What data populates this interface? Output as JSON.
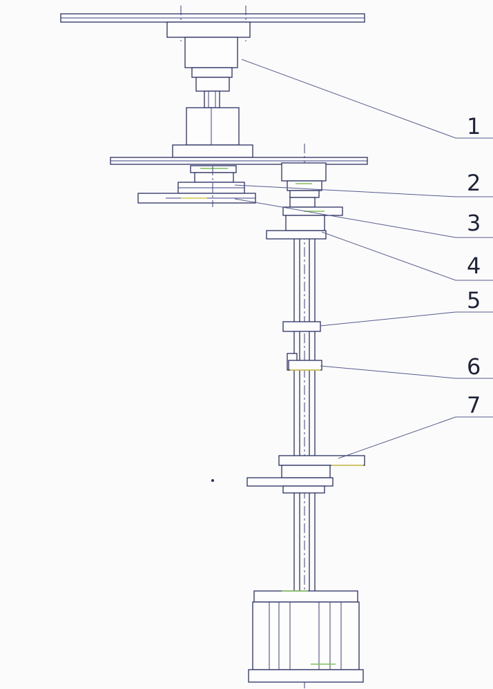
{
  "diagram": {
    "callouts": [
      {
        "id": 1,
        "label": "1"
      },
      {
        "id": 2,
        "label": "2"
      },
      {
        "id": 3,
        "label": "3"
      },
      {
        "id": 4,
        "label": "4"
      },
      {
        "id": 5,
        "label": "5"
      },
      {
        "id": 6,
        "label": "6"
      },
      {
        "id": 7,
        "label": "7"
      }
    ]
  },
  "colors": {
    "line": "#2a2f63",
    "accent_green": "#7fbf5a",
    "accent_yellow": "#d5c84a",
    "paper": "#fbfbfb"
  }
}
